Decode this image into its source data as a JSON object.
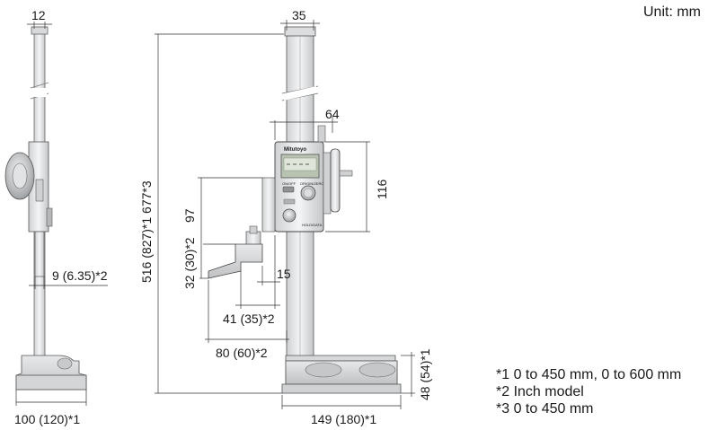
{
  "unit_label": "Unit: mm",
  "dimensions": {
    "side_top_width": "12",
    "front_top_width": "35",
    "base_width_side": "100 (120)*1",
    "base_width_front": "149 (180)*1",
    "height_total": "516 (827)*1  677*3",
    "height_97": "97",
    "height_32": "32 (30)*2",
    "slider_width_64": "64",
    "head_height_116": "116",
    "scriber_15": "15",
    "reach_41": "41 (35)*2",
    "reach_80": "80 (60)*2",
    "scriber_9": "9 (6.35)*2",
    "base_height_48": "48 (54)*1"
  },
  "notes": [
    "*1 0 to 450 mm, 0 to 600 mm",
    "*2 Inch model",
    "*3 0 to 450 mm"
  ],
  "display": {
    "brand": "Mitutoyo",
    "btn_left": "ON/OFF",
    "btn_right": "ORIGIN/ZERO",
    "small_label": "HOLD/DATA"
  }
}
